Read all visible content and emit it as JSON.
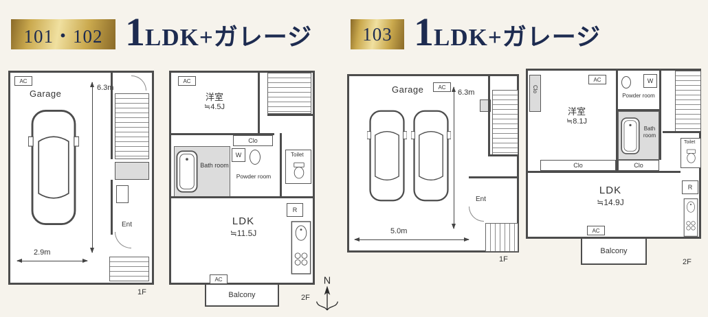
{
  "colors": {
    "background": "#f6f3ec",
    "navy": "#1d2b50",
    "wall": "#4c4c4c",
    "gold_light": "#f0e0a0",
    "gold_dark": "#8a6a28"
  },
  "headers": {
    "left": {
      "badge": "101・102",
      "big": "1",
      "rest": "LDK+ガレージ"
    },
    "right": {
      "badge": "103",
      "big": "1",
      "rest": "LDK+ガレージ"
    }
  },
  "labels": {
    "ac": "AC",
    "clo": "Clo",
    "w": "W",
    "r": "R",
    "bath_room": "Bath room",
    "powder_room": "Powder room",
    "toilet": "Toilet",
    "balcony": "Balcony",
    "ent": "Ent",
    "garage": "Garage",
    "ldk": "LDK",
    "western_room": "洋室",
    "floor_1f": "1F",
    "floor_2f": "2F",
    "north": "N"
  },
  "plan_101_102_1f": {
    "dim_vertical": "6.3m",
    "dim_horizontal": "2.9m"
  },
  "plan_101_102_2f": {
    "western_room_size": "≒4.5J",
    "ldk_size": "≒11.5J"
  },
  "plan_103_1f": {
    "dim_vertical": "6.3m",
    "dim_horizontal": "5.0m"
  },
  "plan_103_2f": {
    "western_room_size": "≒8.1J",
    "ldk_size": "≒14.9J"
  }
}
